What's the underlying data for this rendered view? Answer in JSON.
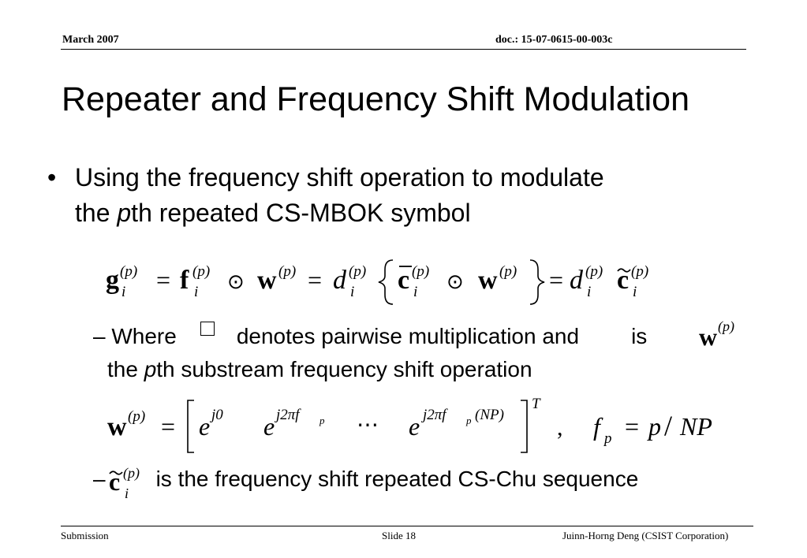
{
  "header": {
    "date": "March 2007",
    "doc": "doc.: 15-07-0615-00-003c"
  },
  "title": "Repeater and Frequency Shift Modulation",
  "bullet1": {
    "marker": "•",
    "line1": "Using the frequency shift operation to modulate",
    "line2_pre": "the ",
    "line2_ital": "p",
    "line2_post": "th repeated CS-MBOK symbol"
  },
  "sub1": {
    "dash": "– ",
    "where": "Where",
    "rest": "denotes pairwise multiplication and",
    "is": "is",
    "line2_pre": "the ",
    "line2_ital": "p",
    "line2_post": "th substream frequency shift operation"
  },
  "sub2": {
    "dash": "–",
    "text": "is the frequency shift repeated CS-Chu sequence"
  },
  "equations": {
    "eq1": {
      "g": "g",
      "f": "f",
      "w": "w",
      "c": "c",
      "d": "d",
      "sup": "(p)",
      "i": "i",
      "eq": "=",
      "op": "⊙"
    },
    "eq2": {
      "w": "w",
      "sup": "(p)",
      "eq": "=",
      "e": "e",
      "e1_exp": "j0",
      "e2_exp": "j2πf",
      "p": "p",
      "e3_exp": "j2πf",
      "np_paren": "(NP)",
      "dots": "⋯",
      "T": "T",
      "comma": ",",
      "fp_f": "f",
      "fp_sub": "p",
      "rhs": "p",
      "slash": "/",
      "np": "NP"
    }
  },
  "footer": {
    "left": "Submission",
    "center": "Slide 18",
    "right": "Juinn-Horng Deng (CSIST Corporation)"
  }
}
